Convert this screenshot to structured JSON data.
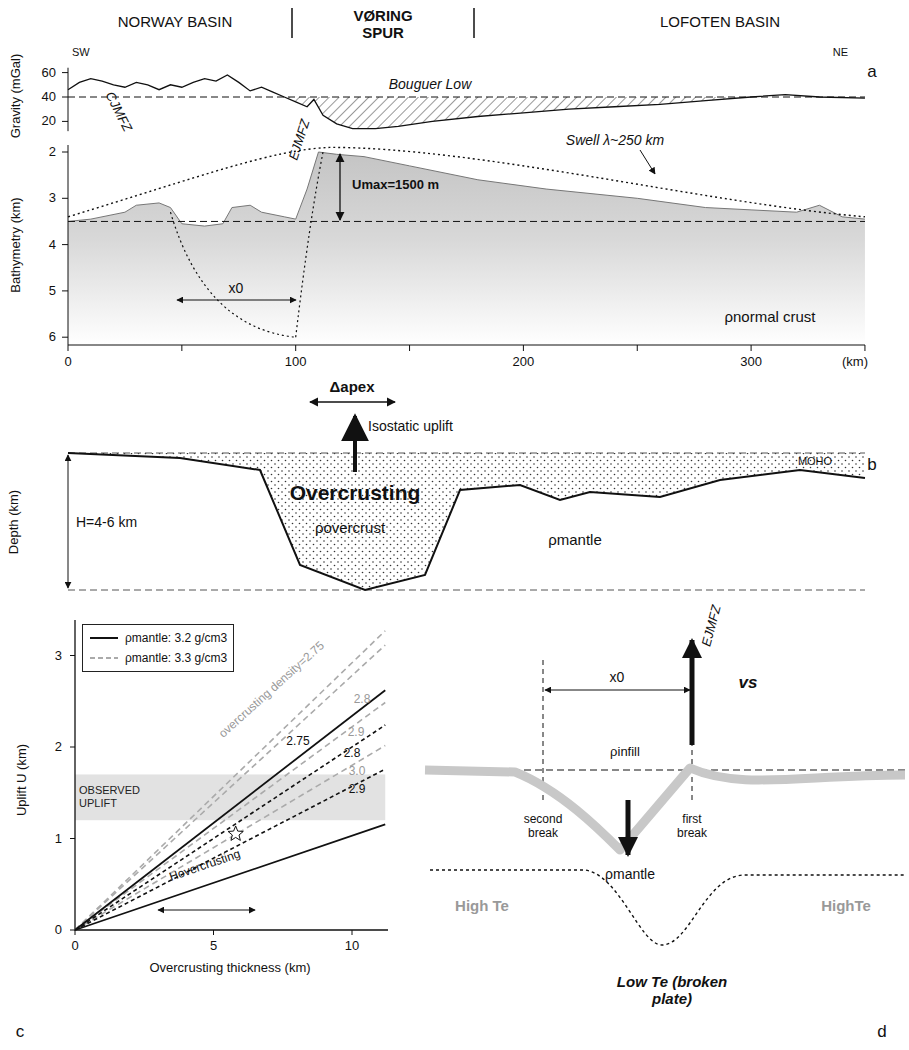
{
  "diagram": {
    "nodes": [
      {
        "text": [
          "OBSERVED UPLIFT"
        ]
      }
    ],
    "labels": [
      "NORWAY BASIN",
      "VØRING SPUR",
      "LOFOTEN BASIN",
      "SW",
      "NE",
      "a",
      "Gravity (mGal)",
      "60",
      "40",
      "20",
      "Bouguer Low",
      "CJMFZ",
      "EJMFZ",
      "Swell λ~250 km",
      "Umax=1500 m",
      "Bathymetry (km)",
      "2",
      "3",
      "4",
      "5",
      "6",
      "ρnormal crust",
      "x0",
      "0",
      "100",
      "200",
      "300",
      "(km)",
      "Δapex",
      "Isostatic uplift",
      "b",
      "Overcrusting",
      "H=4-6 km",
      "Depth (km)",
      "MOHO",
      "ρovercrust",
      "ρmantle",
      "Uplift U (km)",
      "3",
      "2",
      "1",
      "0",
      "0",
      "5",
      "10",
      "Overcrusting thickness (km)",
      "overcrusting density=2.75",
      "2.8",
      "2.75",
      "2.9",
      "2.8",
      "3.0",
      "2.9",
      "Hovercrusting",
      "c",
      "x0",
      "EJMFZ",
      "vs",
      "ρinfill",
      "second break",
      "first break",
      "ρmantle",
      "High Te",
      "HighTe",
      "Low Te (broken plate)",
      "d"
    ],
    "legend": [
      {
        "text": "ρmantle: 3.2 g/cm3"
      },
      {
        "text": "ρmantle: 3.3 g/cm3"
      }
    ]
  }
}
